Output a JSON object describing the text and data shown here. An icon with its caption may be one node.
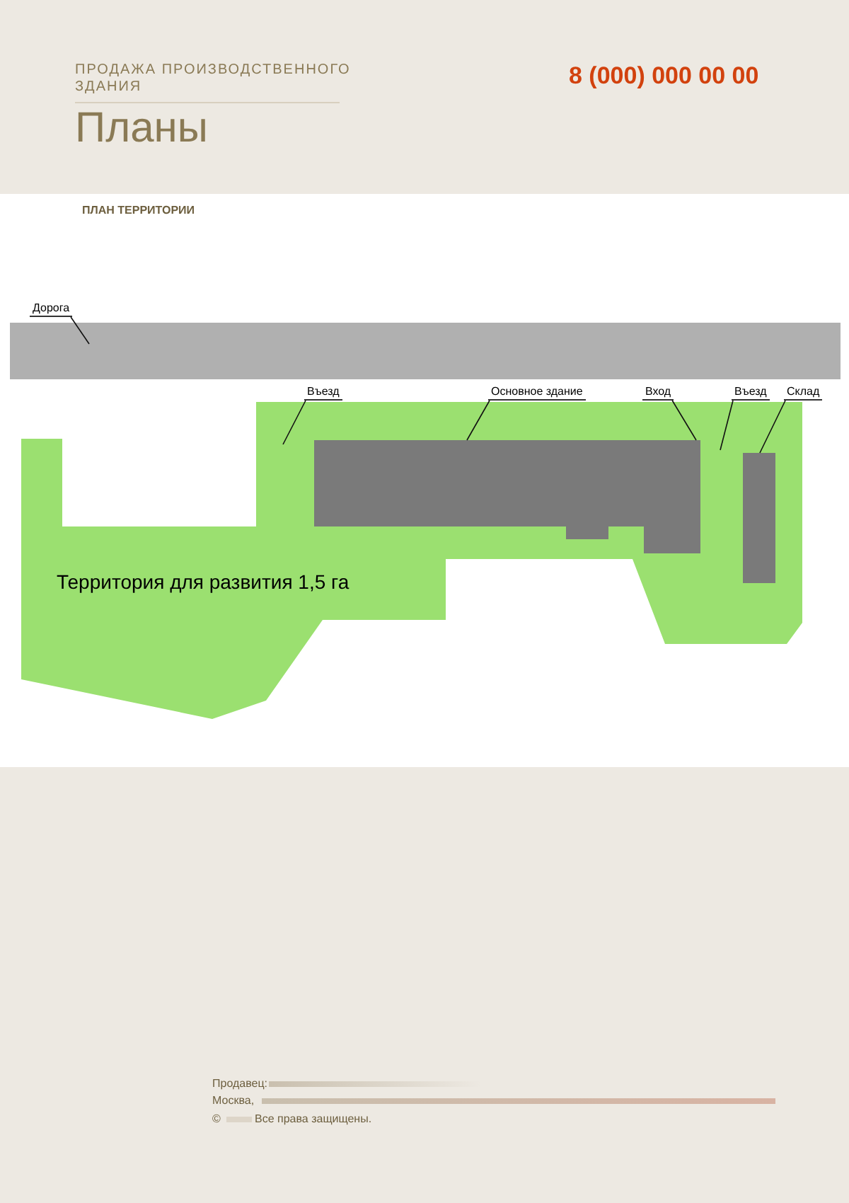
{
  "diagram": {
    "title": "Планы",
    "nodes": [
      {
        "text": [
          "Дорога"
        ]
      },
      {
        "text": [],
        "shape": "bar"
      },
      {
        "text": [
          "Въезд"
        ]
      },
      {
        "text": [
          "Территория для развития 1,5 га"
        ]
      },
      {
        "text": [
          "Основное здание"
        ]
      },
      {
        "text": [],
        "shape": "box",
        "in": 3
      },
      {
        "text": [
          "Вход"
        ]
      },
      {
        "text": [
          "Въезд"
        ]
      },
      {
        "text": [
          "Склад"
        ]
      },
      {
        "text": [],
        "shape": "box",
        "in": 3
      }
    ],
    "edges": [
      {
        "from": 0,
        "to": 1,
        "arrow": "none"
      },
      {
        "from": 2,
        "to": null,
        "arrow": "none"
      },
      {
        "from": 4,
        "to": 5,
        "arrow": "none"
      },
      {
        "from": 6,
        "to": 5,
        "arrow": "none"
      },
      {
        "from": 7,
        "to": null,
        "arrow": "none"
      },
      {
        "from": 8,
        "to": 9,
        "arrow": "none"
      }
    ],
    "labels": [
      "ПРОДАЖА ПРОИЗВОДСТВЕННОГО ЗДАНИЯ",
      "8 (000) 000 00 00",
      "ПЛАН ТЕРРИТОРИИ",
      "Продавец:",
      "Москва,",
      "©",
      "Все права защищены."
    ]
  }
}
